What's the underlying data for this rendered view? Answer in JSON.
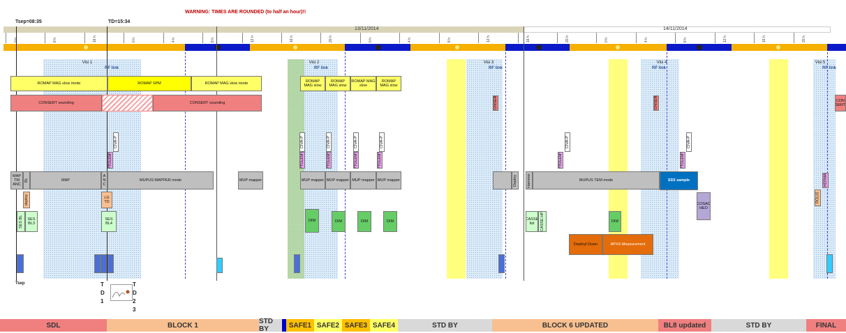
{
  "header": {
    "tsep": "Tsep=08:35",
    "td": "TD=15:34",
    "warning": "WARNING: TIMES ARE ROUNDED (to half an hour)!!",
    "date1": "13/11/2014",
    "date2": "14/11/2014"
  },
  "visis": [
    {
      "title": "Visi 1",
      "rf": "RF link"
    },
    {
      "title": "Visi 2",
      "rf": "RF link"
    },
    {
      "title": "Visi 3",
      "rf": "RF link"
    },
    {
      "title": "Visi 4",
      "rf": "RF link"
    },
    {
      "title": "Visi 5",
      "rf": "RF link"
    }
  ],
  "romap": {
    "slow1": "ROMAP MAG slow mode",
    "spm": "ROMAP SPM",
    "slow2": "ROMAP MAG slow mode",
    "small": "ROMAP MAG slow"
  },
  "consert": {
    "a": "CONSERT sounding",
    "b": "CONSERT sounding",
    "s1": "CONSERT",
    "s2": "CONSERT",
    "s3": "CON SERT"
  },
  "civa": "CIVA-P",
  "ptolemy": "PTOLEMY",
  "mupus": {
    "mapTm": "MAP TM ANC",
    "bl": "BL",
    "map": "MAP",
    "anc": "A N C",
    "mapper": "MUPUS MAPPER mode",
    "mupMapper": "MUP mapper",
    "deploy": "Deploy",
    "hammer": "Hammer",
    "tem": "MUPUS TEM mode",
    "thermal": "THERMAL"
  },
  "sd2": {
    "main": "SD2 sample",
    "small": "SD2"
  },
  "cosac": "COSAC HEO",
  "deploy": "deploy",
  "lgtd": "LG TD",
  "ses": {
    "sesbl": "SES BL",
    "bl3": "SES BL3",
    "bl4": "SES BL4"
  },
  "dim": "DIM",
  "casse": {
    "list": "CASSE list",
    "cassehp": "CASSE HP"
  },
  "apxs": {
    "deploy": "Deployt Down",
    "meas": "APXS Measurement"
  },
  "rolis": "ROLIS",
  "misc": {
    "bottomLeft": "Tsep",
    "t1": "T D 1",
    "t2": "T D 2 3"
  },
  "timeline": {
    "hours": [
      "0 h",
      "8 h",
      "16 h",
      "0 h",
      "4 h",
      "8 h",
      "12 h",
      "16 h",
      "20 h",
      "0 h",
      "4 h",
      "8 h",
      "12 h",
      "16 h",
      "20 h",
      "0 h",
      "4 h",
      "8 h",
      "12 h",
      "16 h",
      "20 h"
    ]
  },
  "blocks": [
    {
      "label": "SDL",
      "color": "#f08080"
    },
    {
      "label": "BLOCK 1",
      "color": "#f8c090"
    },
    {
      "label": "STD BY",
      "color": "#d9d9d9"
    },
    {
      "label": "",
      "color": "#0000cc"
    },
    {
      "label": "SAFE1",
      "color": "#ffc000"
    },
    {
      "label": "SAFE2",
      "color": "#ffff66"
    },
    {
      "label": "SAFE3",
      "color": "#ffc000"
    },
    {
      "label": "SAFE4",
      "color": "#ffff66"
    },
    {
      "label": "STD BY",
      "color": "#d9d9d9"
    },
    {
      "label": "BLOCK 6 UPDATED",
      "color": "#f8c090"
    },
    {
      "label": "BL8 updated",
      "color": "#f08080"
    },
    {
      "label": "STD BY",
      "color": "#d9d9d9"
    },
    {
      "label": "FINAL",
      "color": "#f08080"
    }
  ],
  "colors": {
    "orange": "#f5b000",
    "blue": "#0a1ac8",
    "romap": "#ffff66",
    "spm": "#ffff00",
    "consert": "#f08080",
    "mupus": "#bfbfbf",
    "sd2": "#0070c0",
    "dim": "#66cc66",
    "apxs": "#e46c0a",
    "safe": "#ffff66",
    "rf": "#d9e9f7"
  }
}
